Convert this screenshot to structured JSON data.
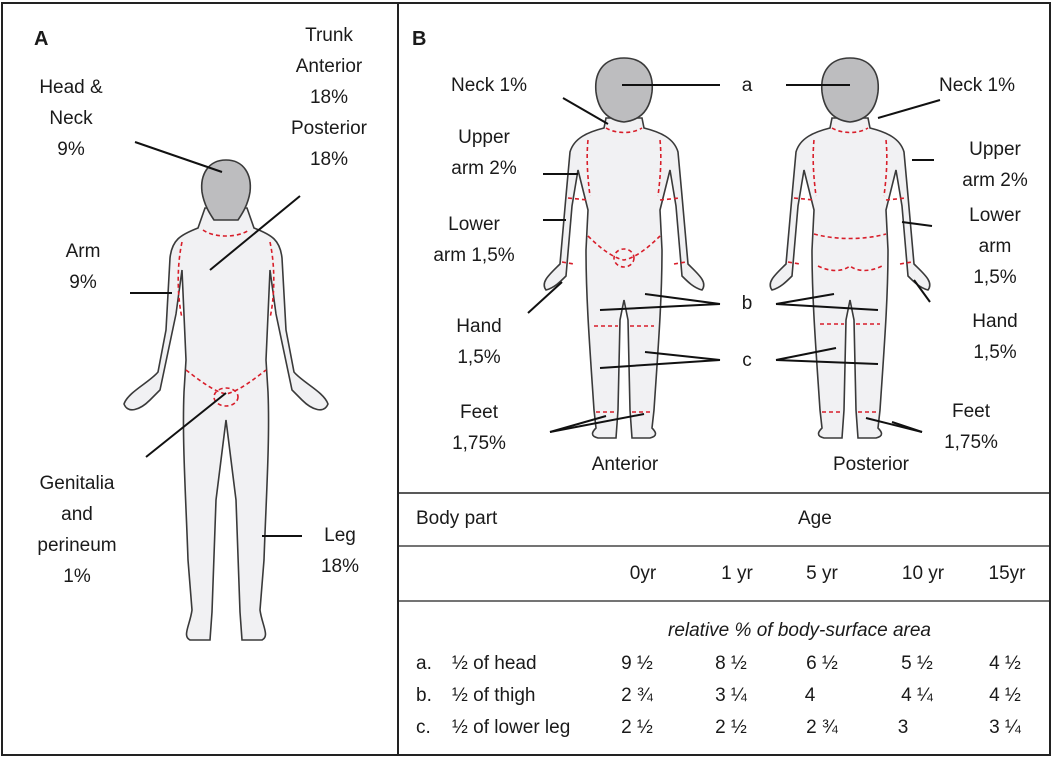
{
  "panel_a": {
    "letter": "A",
    "labels": {
      "head_neck": "Head &\nNeck\n9%",
      "trunk": "Trunk\nAnterior\n18%\nPosterior\n18%",
      "arm": "Arm\n9%",
      "genitalia": "Genitalia\nand\nperineum\n1%",
      "leg": "Leg\n18%"
    }
  },
  "panel_b": {
    "letter": "B",
    "left_labels": {
      "neck": "Neck 1%",
      "upper_arm": "Upper\narm 2%",
      "lower_arm": "Lower\narm 1,5%",
      "hand": "Hand\n1,5%",
      "feet": "Feet\n1,75%"
    },
    "right_labels": {
      "neck": "Neck 1%",
      "upper_arm": "Upper\narm 2%",
      "lower_arm": "Lower\narm\n1,5%",
      "hand": "Hand\n1,5%",
      "feet": "Feet\n1,75%"
    },
    "markers": {
      "a": "a",
      "b": "b",
      "c": "c"
    },
    "captions": {
      "anterior": "Anterior",
      "posterior": "Posterior"
    }
  },
  "table": {
    "header_body_part": "Body part",
    "header_age": "Age",
    "ages": [
      "0yr",
      "1 yr",
      "5 yr",
      "10 yr",
      "15yr"
    ],
    "subheader": "relative % of body-surface area",
    "rows": [
      {
        "key": "a.",
        "part": "½ of head",
        "values": [
          "9 ½",
          "8 ½",
          "6 ½",
          "5 ½",
          "4 ½"
        ]
      },
      {
        "key": "b.",
        "part": "½ of thigh",
        "values": [
          "2 ¾",
          "3 ¼",
          "4",
          "4 ¼",
          "4 ½"
        ]
      },
      {
        "key": "c.",
        "part": "½ of lower leg",
        "values": [
          "2 ½",
          "2 ½",
          "2 ¾",
          "3",
          "3 ¼"
        ]
      }
    ]
  },
  "colors": {
    "segment_dash": "#d81e2a",
    "border": "#222222",
    "head_fill": "#bdbdbf",
    "skin_fill": "#f1f1f3"
  }
}
